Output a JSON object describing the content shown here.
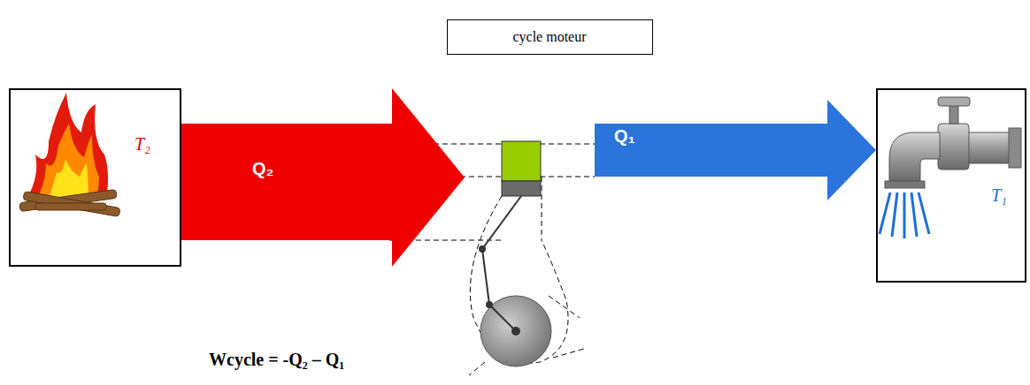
{
  "diagram": {
    "title": "cycle moteur",
    "nodes": [
      {
        "text": [
          "T₂"
        ]
      },
      {
        "text": [
          "Q₂"
        ]
      },
      {
        "text": [
          "Q₁"
        ]
      },
      {
        "text": [
          "T₁"
        ]
      }
    ],
    "labels": [
      "Wcycle = -Q₂ – Q₁"
    ]
  }
}
